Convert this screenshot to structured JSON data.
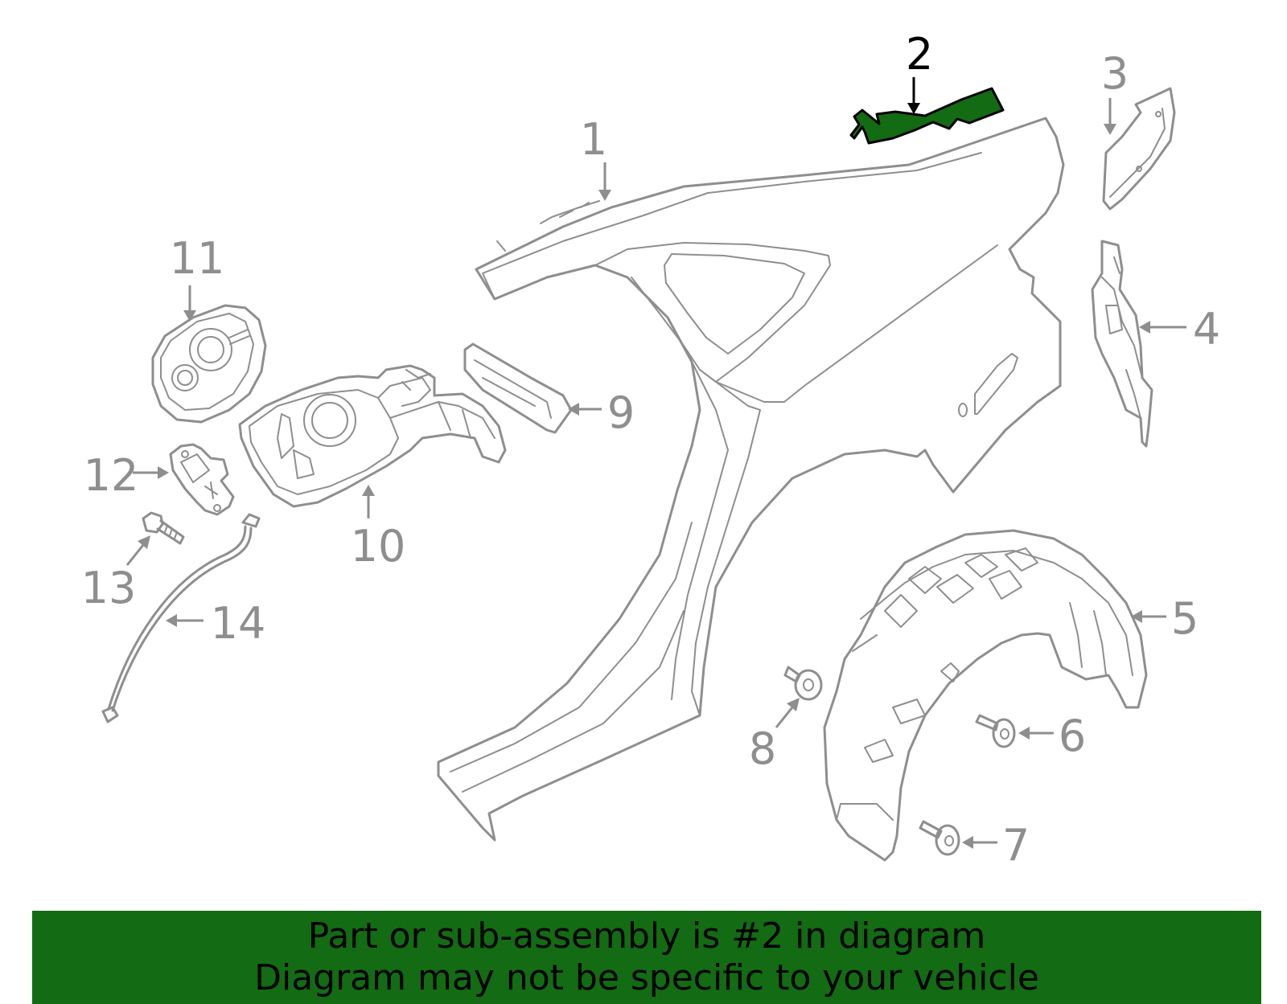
{
  "diagram": {
    "highlighted_part": "2",
    "highlight_color": "#136b13",
    "line_color": "#8e8e8e",
    "callouts": [
      "1",
      "2",
      "3",
      "4",
      "5",
      "6",
      "7",
      "8",
      "9",
      "10",
      "11",
      "12",
      "13",
      "14"
    ]
  },
  "banner": {
    "line1": "Part or sub-assembly is #2 in diagram",
    "line2": "Diagram may not be specific to your vehicle",
    "background": "#136b13"
  }
}
